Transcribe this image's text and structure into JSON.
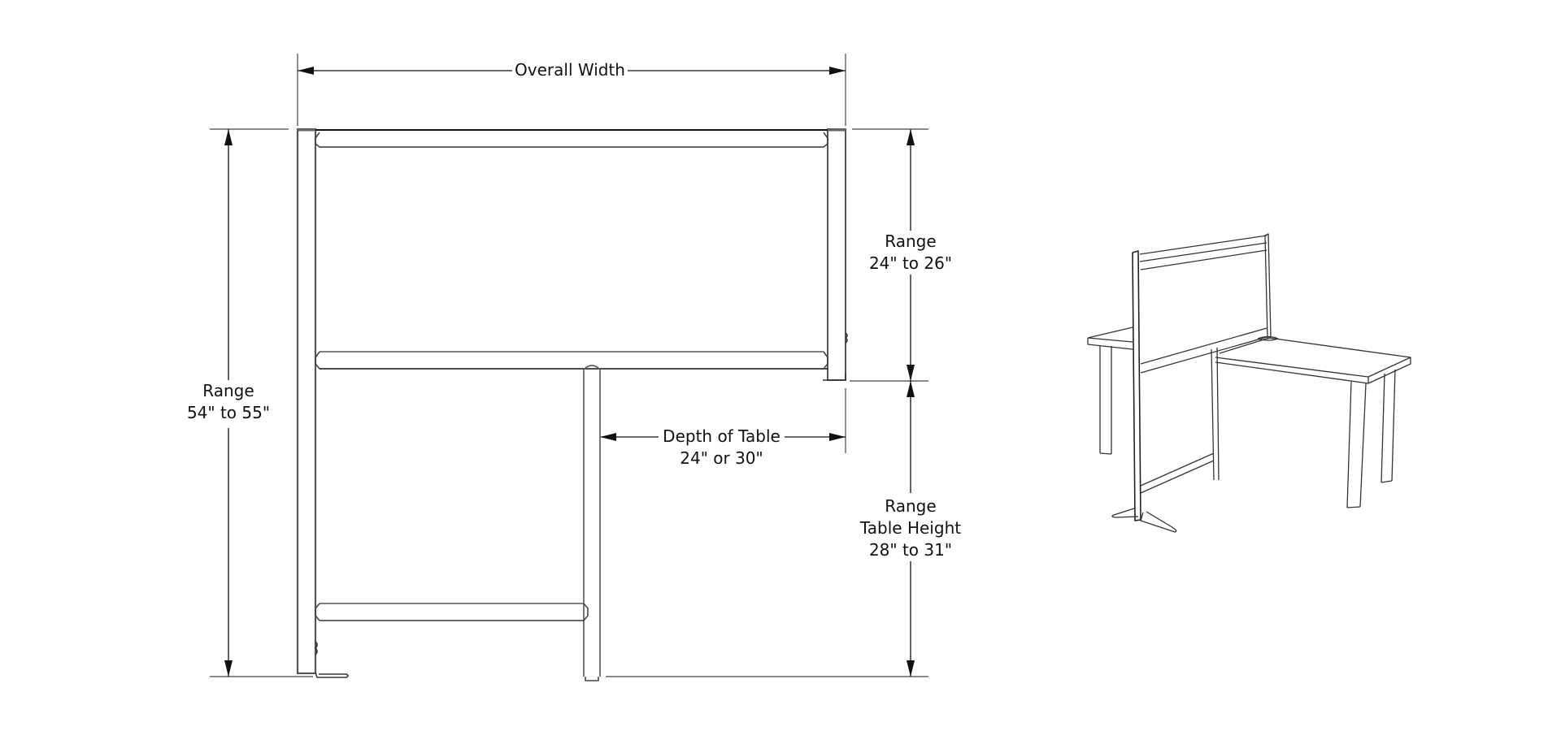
{
  "drawing": {
    "title": "L-shaped desk with privacy panel - dimension drawing",
    "line_color": "#222222",
    "frame_color": "#555555",
    "background": "#ffffff"
  },
  "dimensions": {
    "overall_width": {
      "label": "Overall Width"
    },
    "overall_height": {
      "line1": "Range",
      "line2": "54\" to 55\""
    },
    "panel_height": {
      "line1": "Range",
      "line2": "24\" to 26\""
    },
    "table_depth": {
      "line1": "Depth of Table",
      "line2": "24\" or 30\""
    },
    "table_height": {
      "line1": "Range",
      "line2": "Table Height",
      "line3": "28\" to 31\""
    }
  },
  "views": [
    {
      "name": "front-elevation"
    },
    {
      "name": "isometric-view"
    }
  ]
}
